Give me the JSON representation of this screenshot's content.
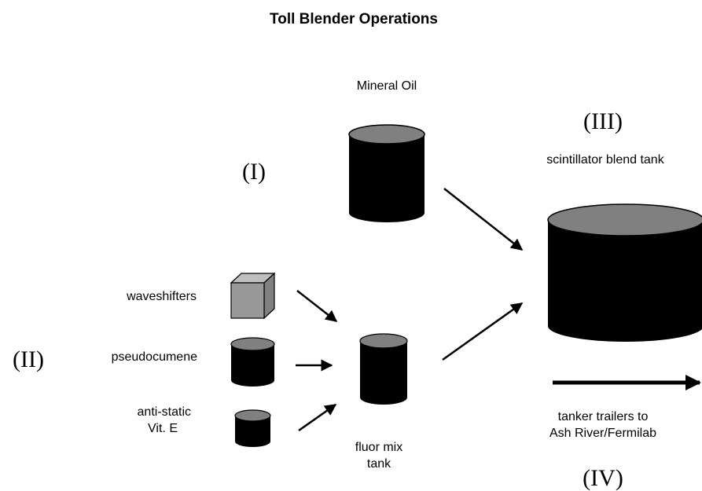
{
  "title": "Toll Blender Operations",
  "stages": {
    "one": "(I)",
    "two": "(II)",
    "three": "(III)",
    "four": "(IV)"
  },
  "labels": {
    "mineral_oil": "Mineral Oil",
    "scintillator_tank": "scintillator blend tank",
    "waveshifters": "waveshifters",
    "pseudocumene": "pseudocumene",
    "antistatic_line1": "anti-static",
    "antistatic_line2": "Vit. E",
    "fluor_line1": "fluor mix",
    "fluor_line2": "tank",
    "tanker_line1": "tanker trailers to",
    "tanker_line2": "Ash River/Fermilab"
  },
  "colors": {
    "tank_body": "#000000",
    "tank_top": "#808080",
    "cube_front": "#999999",
    "cube_top": "#bfbfbf",
    "cube_side": "#808080",
    "arrow": "#000000"
  }
}
